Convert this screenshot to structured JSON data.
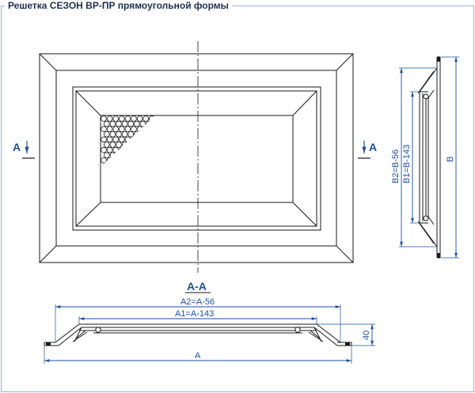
{
  "title": "Решетка СЕЗОН ВР-ПР прямоугольной формы",
  "section_marks": {
    "left": "А",
    "right": "А"
  },
  "section_title": "А-А",
  "dimensions": {
    "a2": "А2=А-56",
    "a1": "А1=А-143",
    "a": "А",
    "height": "40",
    "b2": "В2=В-56",
    "b1": "В1=В-143",
    "b": "В"
  },
  "colors": {
    "line": "#1a1a1a",
    "dimension": "#1d4f9c",
    "frame_border": "#9ab3d6"
  }
}
